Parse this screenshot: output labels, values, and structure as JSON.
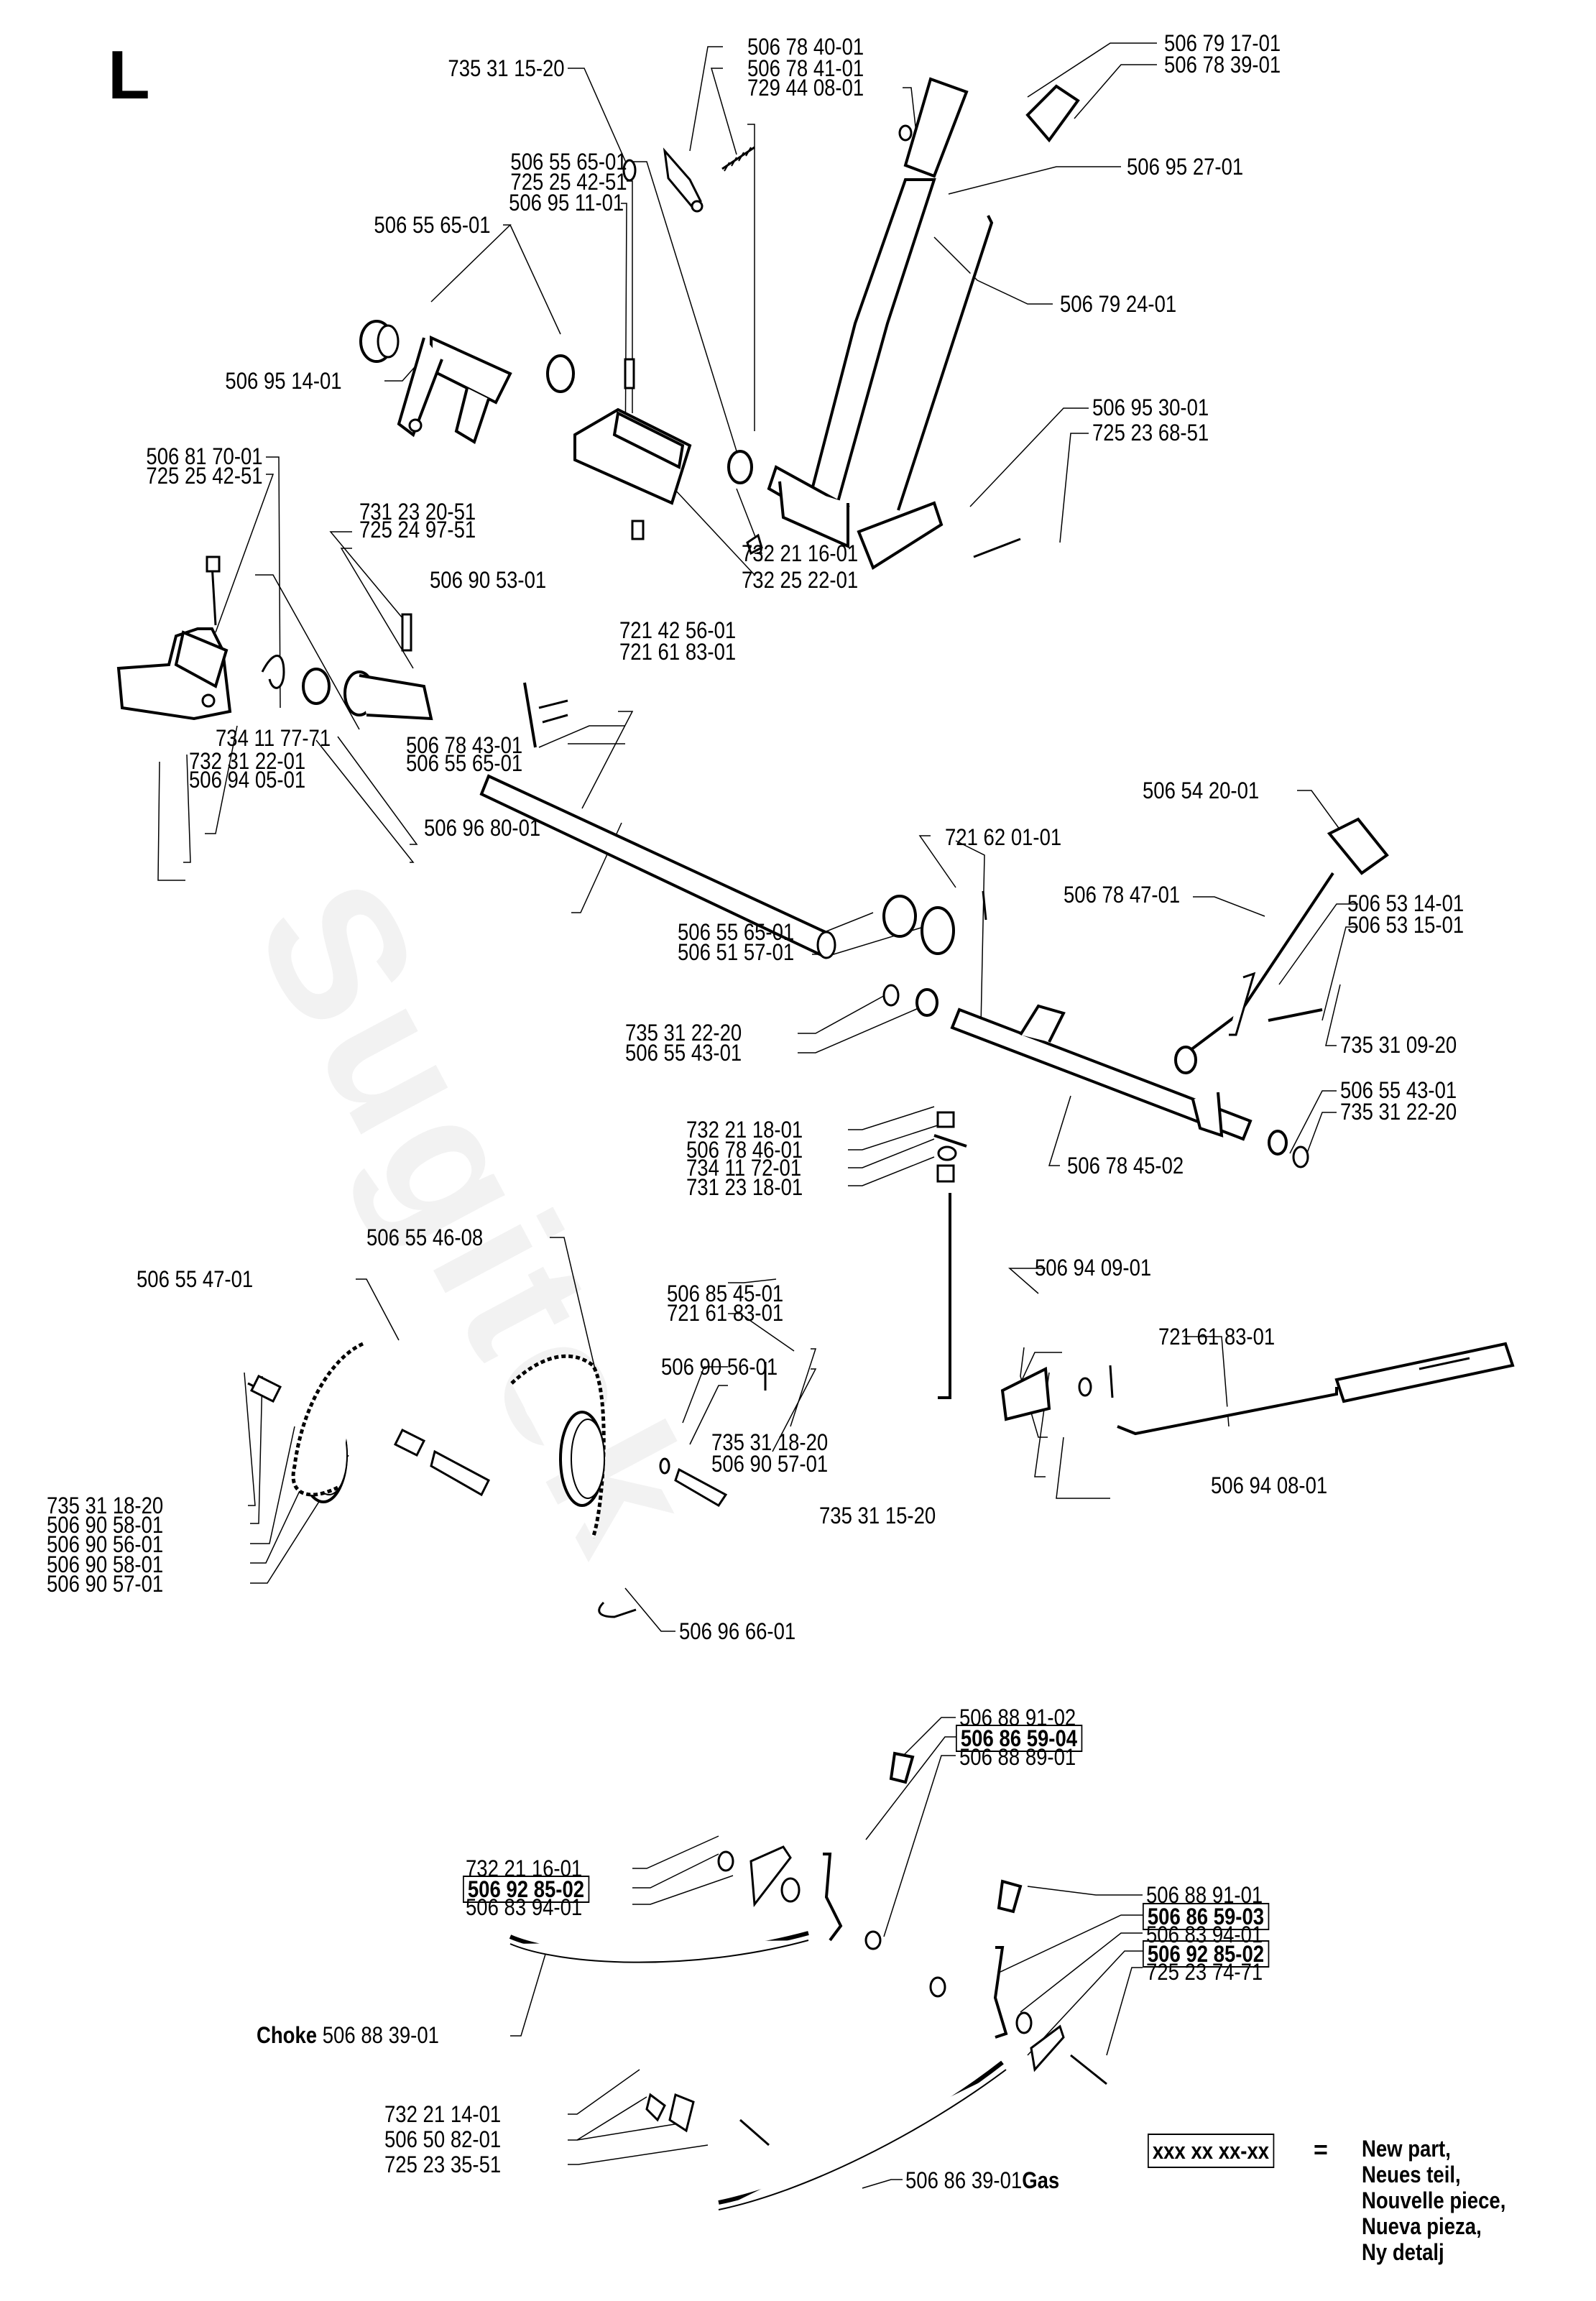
{
  "section": "L",
  "watermark": "Sugitek",
  "labels": {
    "p735_31_15_20_top": "735 31 15-20",
    "p506_78_40_01": "506 78 40-01",
    "p506_78_41_01": "506 78 41-01",
    "p729_44_08_01": "729 44 08-01",
    "p506_79_17_01": "506 79 17-01",
    "p506_78_39_01": "506 78 39-01",
    "p506_95_27_01": "506 95 27-01",
    "p506_55_65_01_a": "506 55 65-01",
    "p725_25_42_51_a": "725 25 42-51",
    "p506_95_11_01": "506 95 11-01",
    "p506_55_65_01_b": "506 55 65-01",
    "p506_79_24_01": "506 79 24-01",
    "p506_95_14_01": "506 95 14-01",
    "p506_95_30_01": "506 95 30-01",
    "p725_23_68_51": "725 23 68-51",
    "p506_81_70_01": "506 81 70-01",
    "p725_25_42_51_b": "725 25 42-51",
    "p732_21_16_01_top": "732 21 16-01",
    "p732_25_22_01": "732 25 22-01",
    "p731_23_20_51": "731 23 20-51",
    "p725_24_97_51": "725 24 97-51",
    "p506_90_53_01": "506 90 53-01",
    "p721_42_56_01": "721 42 56-01",
    "p721_61_83_01_a": "721 61 83-01",
    "p734_11_77_71": "734 11 77-71",
    "p506_78_43_01": "506 78 43-01",
    "p732_31_22_01": "732 31 22-01",
    "p506_55_65_01_c": "506 55 65-01",
    "p506_94_05_01": "506 94 05-01",
    "p506_96_80_01": "506 96 80-01",
    "p506_54_20_01": "506 54 20-01",
    "p721_62_01_01": "721 62 01-01",
    "p506_78_47_01": "506 78 47-01",
    "p506_53_14_01": "506 53 14-01",
    "p506_53_15_01": "506 53 15-01",
    "p506_55_65_01_d": "506 55 65-01",
    "p506_51_57_01": "506 51 57-01",
    "p735_31_09_20": "735 31 09-20",
    "p735_31_22_20_a": "735 31 22-20",
    "p506_55_43_01_a": "506 55 43-01",
    "p506_55_43_01_b": "506 55 43-01",
    "p735_31_22_20_b": "735 31 22-20",
    "p732_21_18_01": "732 21 18-01",
    "p506_78_46_01": "506 78 46-01",
    "p734_11_72_01": "734 11 72-01",
    "p731_23_18_01": "731 23 18-01",
    "p506_78_45_02": "506 78 45-02",
    "p506_55_46_08": "506 55 46-08",
    "p506_55_47_01": "506 55 47-01",
    "p506_85_45_01": "506 85 45-01",
    "p721_61_83_01_b": "721 61 83-01",
    "p506_94_09_01": "506 94 09-01",
    "p721_61_83_01_c": "721 61 83-01",
    "p506_90_56_01_a": "506 90 56-01",
    "p735_31_18_20_a": "735 31 18-20",
    "p506_90_57_01_a": "506 90 57-01",
    "p506_94_08_01": "506 94 08-01",
    "p735_31_15_20_b": "735 31 15-20",
    "p735_31_18_20_b": "735 31 18-20",
    "p506_90_58_01_a": "506 90 58-01",
    "p506_90_56_01_b": "506 90 56-01",
    "p506_90_58_01_b": "506 90 58-01",
    "p506_90_57_01_b": "506 90 57-01",
    "p506_96_66_01": "506 96 66-01",
    "p506_88_91_02": "506 88 91-02",
    "p506_86_59_04": "506 86 59-04",
    "p506_88_89_01": "506 88 89-01",
    "p732_21_16_01_b": "732 21 16-01",
    "p506_92_85_02_a": "506 92 85-02",
    "p506_83_94_01_a": "506 83 94-01",
    "p506_88_91_01": "506 88 91-01",
    "p506_86_59_03": "506 86 59-03",
    "p506_83_94_01_b": "506 83 94-01",
    "p506_92_85_02_b": "506 92 85-02",
    "p725_23_74_71": "725 23 74-71",
    "choke_word": "Choke",
    "p506_88_39_01": "506 88 39-01",
    "p732_21_14_01": "732 21 14-01",
    "p506_50_82_01": "506 50 82-01",
    "p725_23_35_51": "725 23 35-51",
    "p506_86_39_01": "506 86 39-01",
    "gas_word": "Gas"
  },
  "legend": {
    "symbol": "xxx xx xx-xx",
    "equals": "=",
    "lines": [
      "New part,",
      "Neues teil,",
      "Nouvelle piece,",
      "Nueva pieza,",
      "Ny detalj"
    ]
  }
}
